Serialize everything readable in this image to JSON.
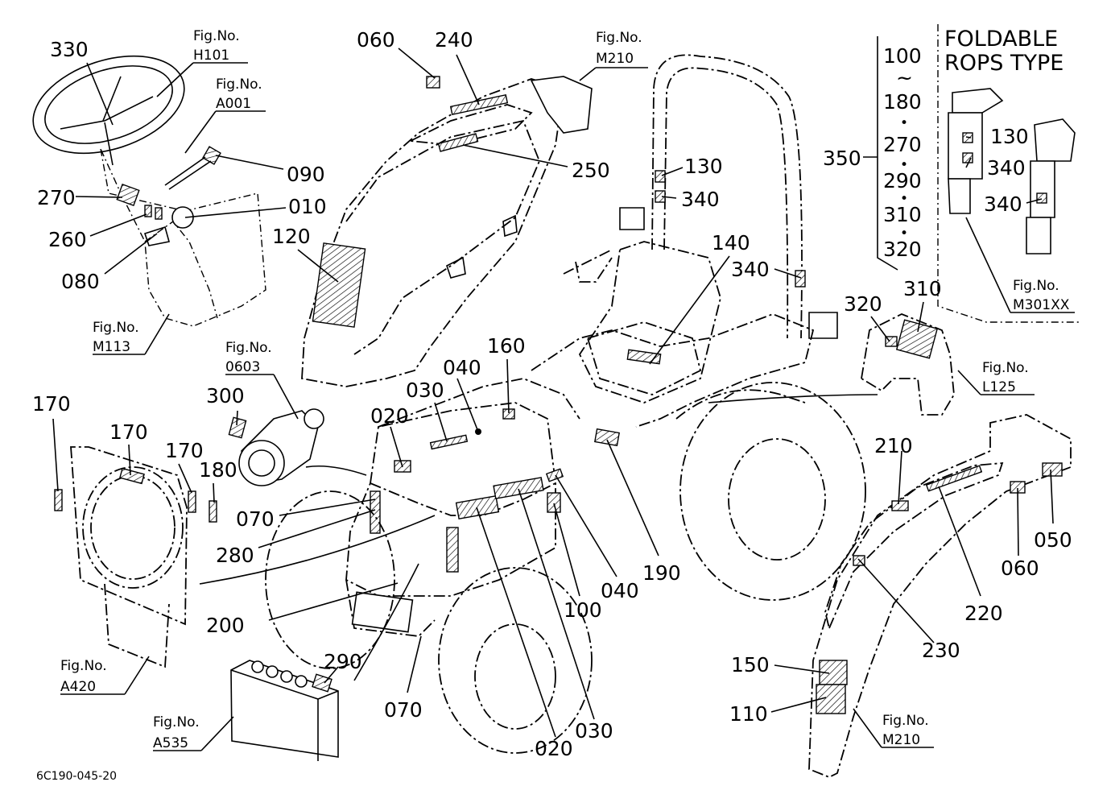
{
  "diagram": {
    "code": "6C190-045-20",
    "fig_prefix": "Fig.No.",
    "fig_refs": {
      "h101": "H101",
      "a001": "A001",
      "m210_top": "M210",
      "m113": "M113",
      "f0603": "0603",
      "l125": "L125",
      "m301xx": "M301XX",
      "a420": "A420",
      "a535": "A535",
      "m210_bottom": "M210"
    },
    "foldable_rops": [
      "FOLDABLE",
      "ROPS  TYPE"
    ],
    "group_350": {
      "label": "350",
      "members": [
        "100",
        "~",
        "180",
        "•",
        "270",
        "•",
        "290",
        "•",
        "310",
        "•",
        "320"
      ]
    },
    "labels": {
      "l330": "330",
      "l090": "090",
      "l270": "270",
      "l010": "010",
      "l260": "260",
      "l080": "080",
      "l060_top": "060",
      "l240": "240",
      "l250": "250",
      "l120": "120",
      "l130_frame": "130",
      "l340_frame_a": "340",
      "l340_frame_b": "340",
      "l140": "140",
      "l130_rops": "130",
      "l340_rops_a": "340",
      "l340_rops_b": "340",
      "l320": "320",
      "l310": "310",
      "l160": "160",
      "l040_top": "040",
      "l030_top": "030",
      "l020_top": "020",
      "l300": "300",
      "l170_a": "170",
      "l170_b": "170",
      "l170_c": "170",
      "l180": "180",
      "l070_top": "070",
      "l280": "280",
      "l200": "200",
      "l290": "290",
      "l070_bottom": "070",
      "l020_bottom": "020",
      "l030_bottom": "030",
      "l100": "100",
      "l040_bottom": "040",
      "l190": "190",
      "l210": "210",
      "l220": "220",
      "l230": "230",
      "l060_bottom": "060",
      "l050": "050",
      "l150": "150",
      "l110": "110"
    }
  }
}
